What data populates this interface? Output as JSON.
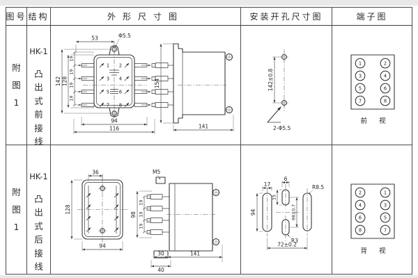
{
  "header": {
    "fig_no": "图号",
    "structure": "结构",
    "outline": "外形尺寸图",
    "mounting": "安装开孔尺寸图",
    "terminal": "端子图"
  },
  "rows": [
    {
      "fig_no": "附图1",
      "model": "HK-1",
      "structure": "凸出式前接线",
      "outline": {
        "front": {
          "top_width": "53",
          "hole_dia": "Φ5.5",
          "height_total": "142",
          "height_inner": "128",
          "pitch": [
            "19",
            "19",
            "19",
            "19"
          ],
          "bottom_inner": "94",
          "bottom_outer": "116",
          "terminals": [
            "1",
            "2",
            "3",
            "4",
            "5",
            "6",
            "7",
            "8"
          ]
        },
        "side": {
          "height": "154",
          "depth": "141"
        }
      },
      "mounting": {
        "vertical": "142±0.8",
        "holes": "2-Φ5.5"
      },
      "terminal": {
        "left": [
          "1",
          "3",
          "5",
          "7"
        ],
        "right": [
          "2",
          "4",
          "6",
          "8"
        ],
        "caption": "前 视"
      }
    },
    {
      "fig_no": "附图1",
      "model": "HK-1",
      "structure": "凸出式后接线",
      "outline": {
        "front": {
          "top_width": "36",
          "height": "128",
          "bottom": "94"
        },
        "side": {
          "stud": "M5",
          "height": "98",
          "pitch": [
            "19",
            "19",
            "19"
          ],
          "foot_width": "30",
          "foot_outer": "40",
          "depth": "141"
        }
      },
      "mounting": {
        "slot_width": "17",
        "slot_height": "94",
        "small_slot_width": "6",
        "small_slot_height": "15",
        "vertical": "98±0.7",
        "radius_right": "R8.5",
        "radius_small": "R3",
        "horizontal": "72±0.2"
      },
      "terminal": {
        "left": [
          "2",
          "4",
          "6",
          "8"
        ],
        "right": [
          "1",
          "3",
          "5",
          "7"
        ],
        "caption": "背 视"
      }
    }
  ]
}
